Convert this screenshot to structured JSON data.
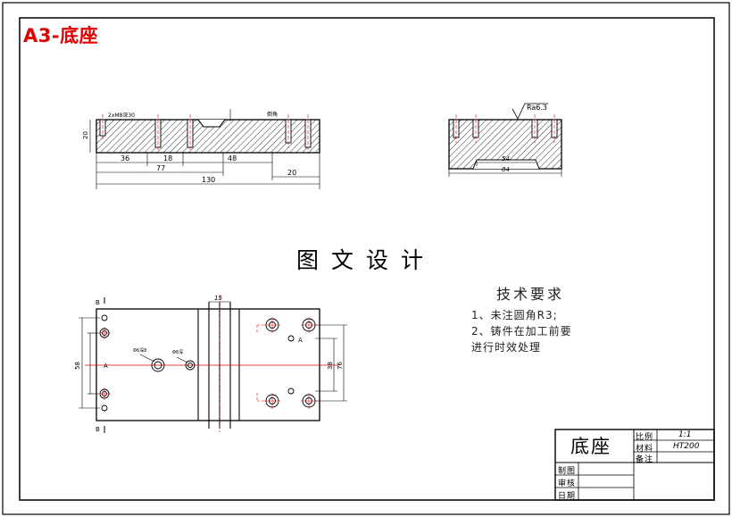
{
  "sheet_title": "A3-底座",
  "center_caption": "图文设计",
  "tech_requirements": {
    "heading": "技术要求",
    "lines": [
      "1、未注圆角R3;",
      "2、铸件在加工前要",
      "进行时效处理"
    ]
  },
  "title_block": {
    "part_name": "底座",
    "scale_label": "比例",
    "scale_value": "1:1",
    "material_label": "材料",
    "material_value": "HT200",
    "note_label": "备注",
    "rows": [
      "制图",
      "审核",
      "日期"
    ]
  },
  "dimensions": {
    "front": {
      "d36": "36",
      "d18": "18",
      "d48": "48",
      "d77": "77",
      "d20": "20",
      "d130": "130",
      "d20v": "20",
      "hole_note": "2xM8深30",
      "chamfer_note": "倒角"
    },
    "side": {
      "roughness": "Ra6.3",
      "d54": "54",
      "d84": "84"
    },
    "top": {
      "d15": "15",
      "d58": "58",
      "d38": "38",
      "d76": "76",
      "hole_a": "Φ6深8",
      "hole_b": "Φ8深"
    },
    "section_marks": {
      "A": "A",
      "B": "B"
    }
  }
}
